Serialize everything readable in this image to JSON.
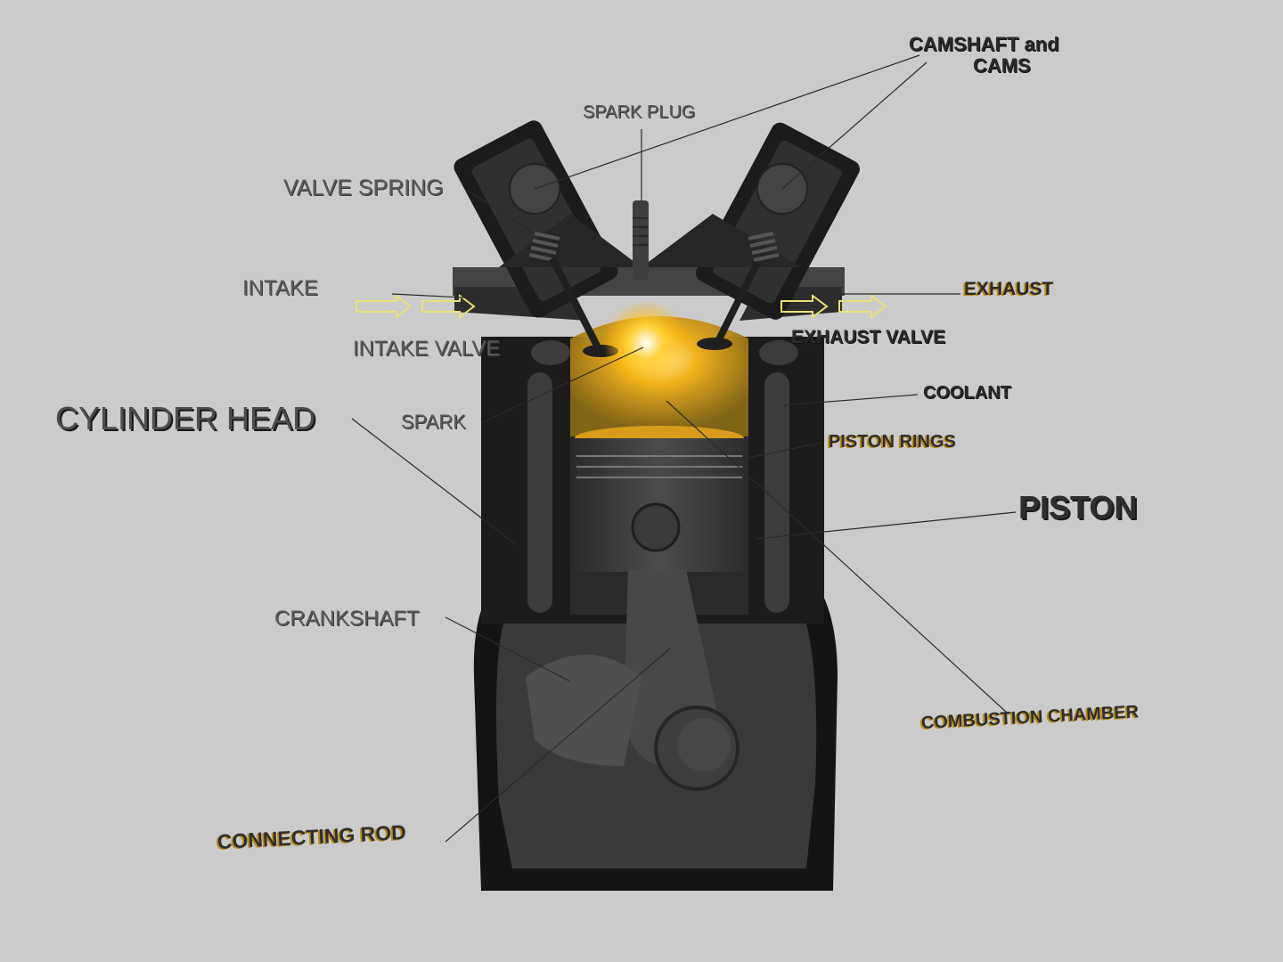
{
  "labels": {
    "camshaft_line1": "CAMSHAFT and",
    "camshaft_line2": "CAMS",
    "spark_plug": "SPARK PLUG",
    "valve_spring": "VALVE SPRING",
    "intake": "INTAKE",
    "exhaust": "EXHAUST",
    "intake_valve": "INTAKE VALVE",
    "exhaust_valve": "EXHAUST VALVE",
    "coolant": "COOLANT",
    "cylinder_head": "CYLINDER HEAD",
    "spark": "SPARK",
    "piston_rings": "PISTON RINGS",
    "piston": "PISTON",
    "crankshaft": "CRANKSHAFT",
    "combustion_chamber": "COMBUSTION CHAMBER",
    "connecting_rod": "CONNECTING ROD"
  },
  "colors": {
    "background": "#cbcbcb",
    "engine_dark": "#1c1c1c",
    "engine_mid": "#3f3f3f",
    "engine_light": "#555555",
    "combustion_glow": "#f2b21c",
    "flow_arrow": "#e8e07a",
    "leader_line": "#2a2a2a"
  }
}
